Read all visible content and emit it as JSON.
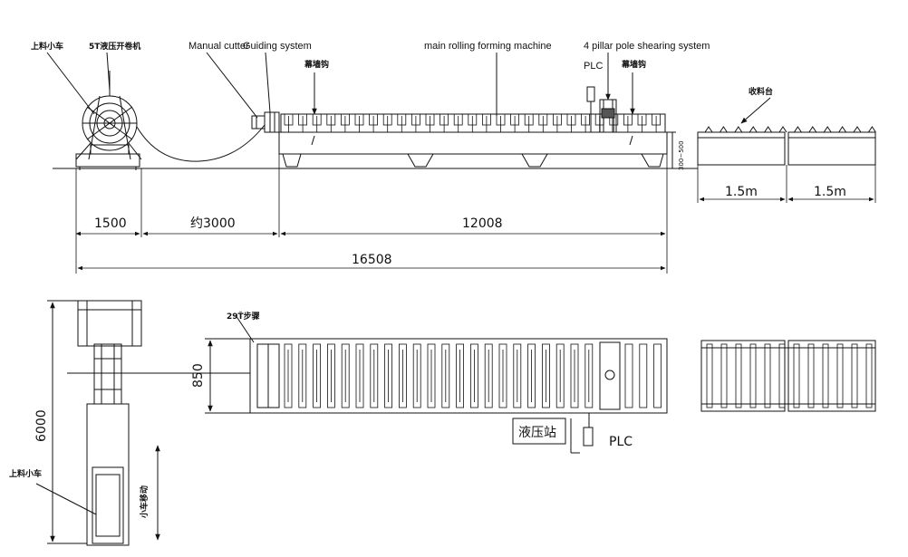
{
  "labels": {
    "feeding_cart": "上料小车",
    "decoiler": "5T液压开卷机",
    "manual_cutter": "Manual cutter",
    "guiding_system": "Guiding system",
    "main_machine": "main rolling forming machine",
    "shearing_system": "4 pillar pole shearing system",
    "plc_top": "PLC",
    "curtain_hook_1": "幕墙钩",
    "curtain_hook_2": "幕墙钩",
    "receiving_table": "收料台",
    "roll_count": "29Ť步骤",
    "hydraulic_station": "液压站",
    "plc_bottom": "PLC",
    "feeding_cart_plan": "上料小车",
    "cart_moving": "小车移动"
  },
  "dimensions": {
    "d1500": "1500",
    "d3000": "约3000",
    "d12008": "12008",
    "d16508": "16508",
    "d_table1": "1.5m",
    "d_table2": "1.5m",
    "d_height": "300~500",
    "d_width": "850",
    "d_length": "6000"
  }
}
